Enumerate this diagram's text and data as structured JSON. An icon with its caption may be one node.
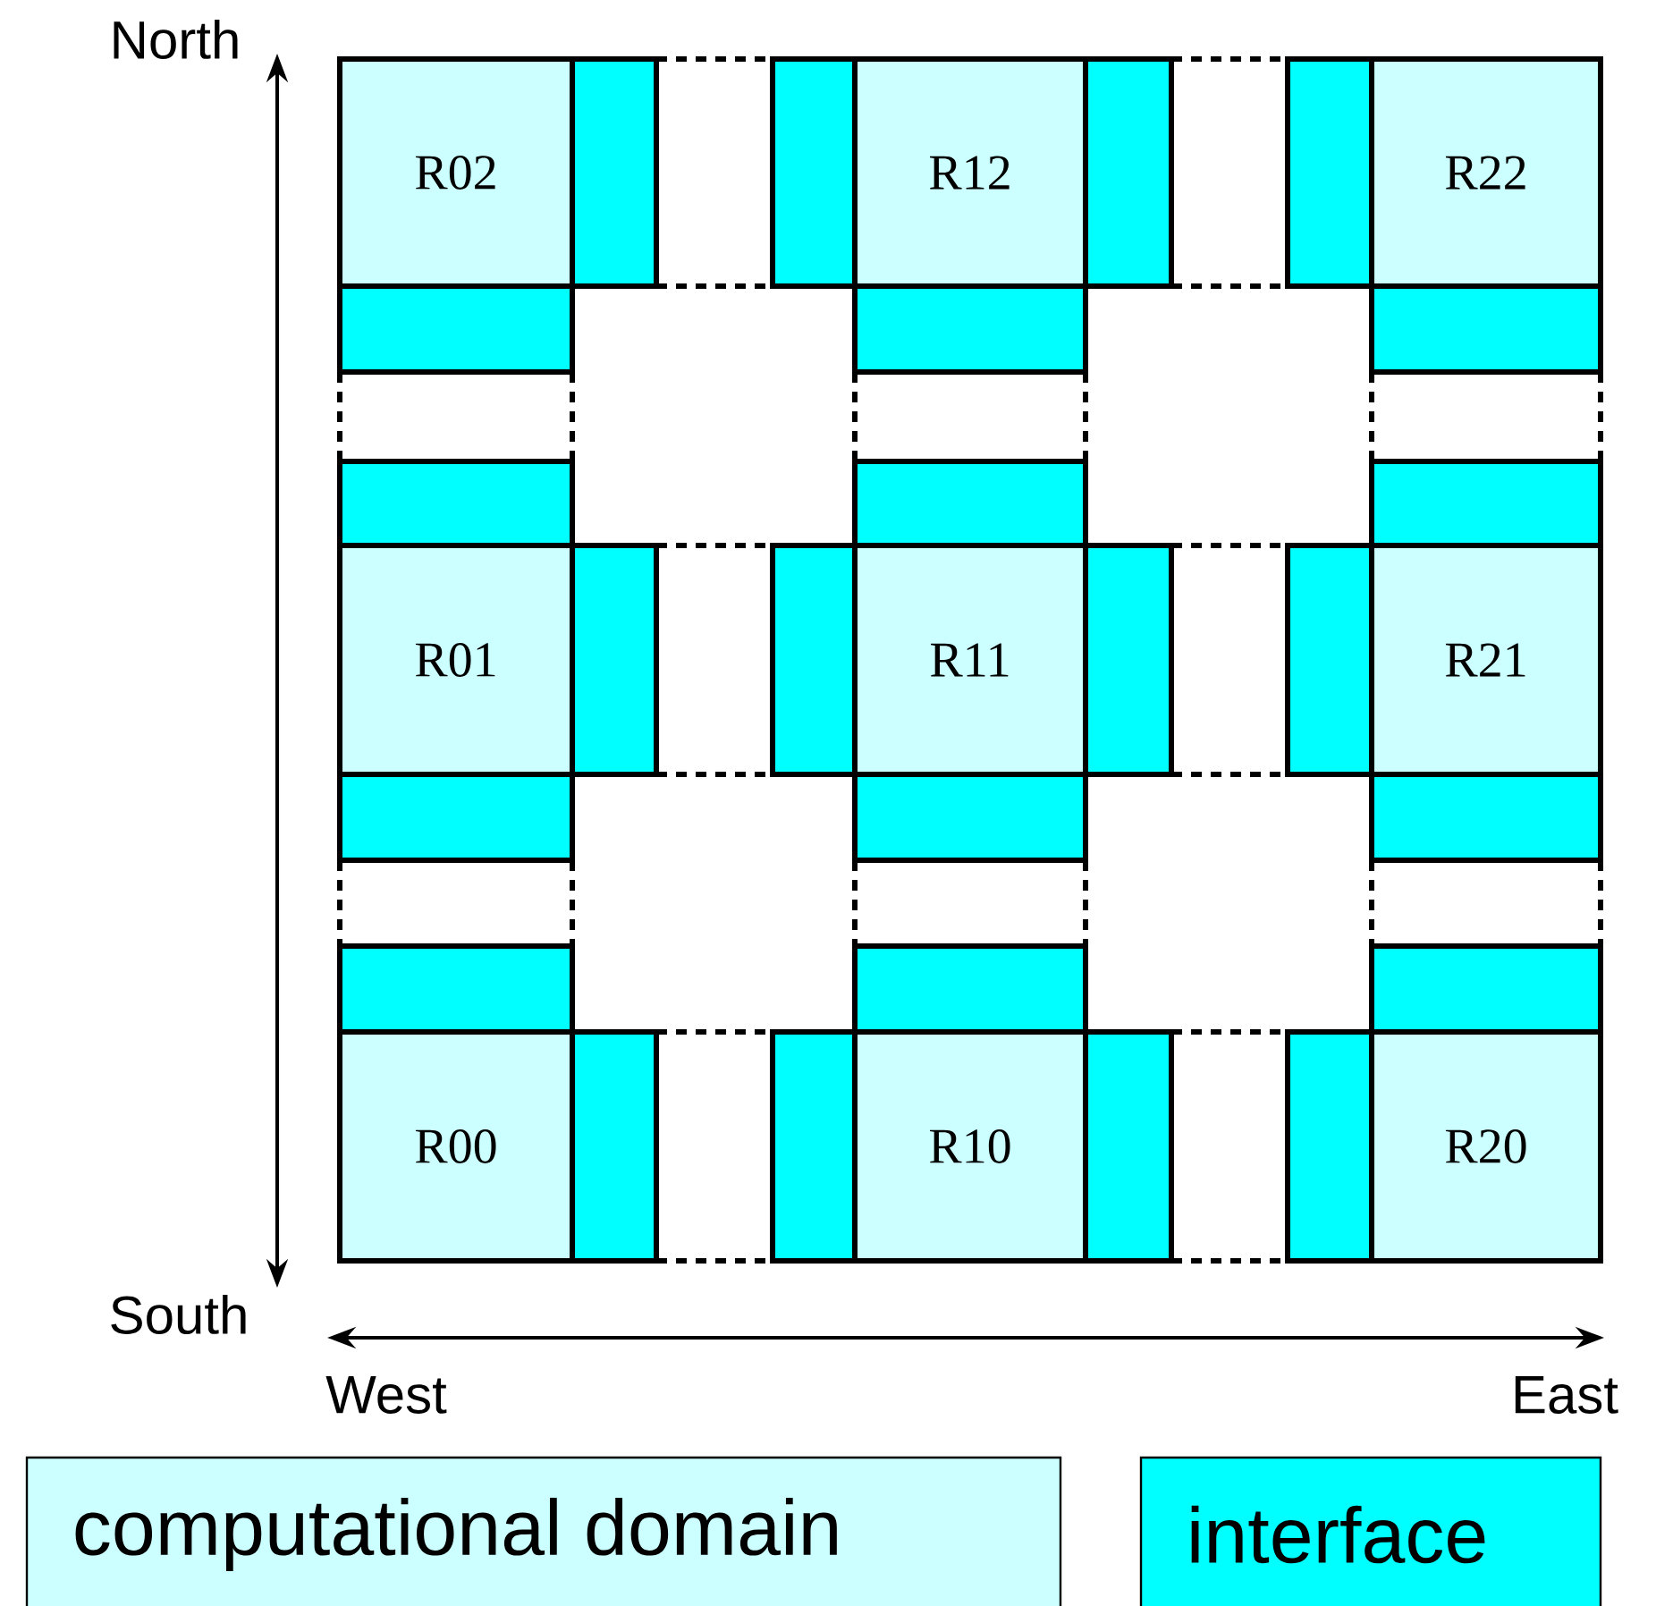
{
  "diagram": {
    "nodes": [
      {
        "text": [
          "R02"
        ]
      },
      {
        "text": [
          "R12"
        ]
      },
      {
        "text": [
          "R22"
        ]
      },
      {
        "text": [
          "R01"
        ]
      },
      {
        "text": [
          "R11"
        ]
      },
      {
        "text": [
          "R21"
        ]
      },
      {
        "text": [
          "R00"
        ]
      },
      {
        "text": [
          "R10"
        ]
      },
      {
        "text": [
          "R20"
        ]
      },
      {
        "text": [],
        "shape": "box"
      },
      {
        "text": [],
        "shape": "box"
      },
      {
        "text": [],
        "shape": "box"
      },
      {
        "text": [],
        "shape": "box"
      },
      {
        "text": [],
        "shape": "box"
      },
      {
        "text": [],
        "shape": "box"
      },
      {
        "text": [],
        "shape": "box"
      },
      {
        "text": [],
        "shape": "box"
      },
      {
        "text": [],
        "shape": "box"
      },
      {
        "text": [],
        "shape": "box"
      },
      {
        "text": [],
        "shape": "box"
      },
      {
        "text": [],
        "shape": "box"
      },
      {
        "text": [],
        "shape": "box"
      },
      {
        "text": [],
        "shape": "box"
      },
      {
        "text": [],
        "shape": "box"
      },
      {
        "text": [],
        "shape": "box"
      },
      {
        "text": [],
        "shape": "box"
      },
      {
        "text": [],
        "shape": "box"
      },
      {
        "text": [],
        "shape": "box"
      },
      {
        "text": [],
        "shape": "box"
      },
      {
        "text": [],
        "shape": "box"
      },
      {
        "text": [],
        "shape": "box"
      },
      {
        "text": [],
        "shape": "box"
      },
      {
        "text": [],
        "shape": "box"
      }
    ],
    "edges": [
      {
        "from": 9,
        "to": 10,
        "arrow": "none",
        "style": "dashed"
      },
      {
        "from": 9,
        "to": 10,
        "arrow": "none",
        "style": "dashed"
      },
      {
        "from": 11,
        "to": 12,
        "arrow": "none",
        "style": "dashed"
      },
      {
        "from": 11,
        "to": 12,
        "arrow": "none",
        "style": "dashed"
      },
      {
        "from": 13,
        "to": 16,
        "arrow": "none",
        "style": "dashed"
      },
      {
        "from": 13,
        "to": 16,
        "arrow": "none",
        "style": "dashed"
      },
      {
        "from": 14,
        "to": 17,
        "arrow": "none",
        "style": "dashed"
      },
      {
        "from": 14,
        "to": 17,
        "arrow": "none",
        "style": "dashed"
      },
      {
        "from": 15,
        "to": 18,
        "arrow": "none",
        "style": "dashed"
      },
      {
        "from": 15,
        "to": 18,
        "arrow": "none",
        "style": "dashed"
      },
      {
        "from": 19,
        "to": 20,
        "arrow": "none",
        "style": "dashed"
      },
      {
        "from": 19,
        "to": 20,
        "arrow": "none",
        "style": "dashed"
      },
      {
        "from": 21,
        "to": 22,
        "arrow": "none",
        "style": "dashed"
      },
      {
        "from": 21,
        "to": 22,
        "arrow": "none",
        "style": "dashed"
      },
      {
        "from": 23,
        "to": 26,
        "arrow": "none",
        "style": "dashed"
      },
      {
        "from": 23,
        "to": 26,
        "arrow": "none",
        "style": "dashed"
      },
      {
        "from": 24,
        "to": 27,
        "arrow": "none",
        "style": "dashed"
      },
      {
        "from": 24,
        "to": 27,
        "arrow": "none",
        "style": "dashed"
      },
      {
        "from": 25,
        "to": 28,
        "arrow": "none",
        "style": "dashed"
      },
      {
        "from": 25,
        "to": 28,
        "arrow": "none",
        "style": "dashed"
      },
      {
        "from": 29,
        "to": 30,
        "arrow": "none",
        "style": "dashed"
      },
      {
        "from": 29,
        "to": 30,
        "arrow": "none",
        "style": "dashed"
      },
      {
        "from": 31,
        "to": 32,
        "arrow": "none",
        "style": "dashed"
      },
      {
        "from": 31,
        "to": 32,
        "arrow": "none",
        "style": "dashed"
      }
    ],
    "labels": [
      "North",
      "South",
      "West",
      "East"
    ],
    "legend": [
      {
        "text": "computational domain",
        "color": "#ccffff"
      },
      {
        "text": "interface",
        "color": "#00ffff"
      }
    ]
  }
}
